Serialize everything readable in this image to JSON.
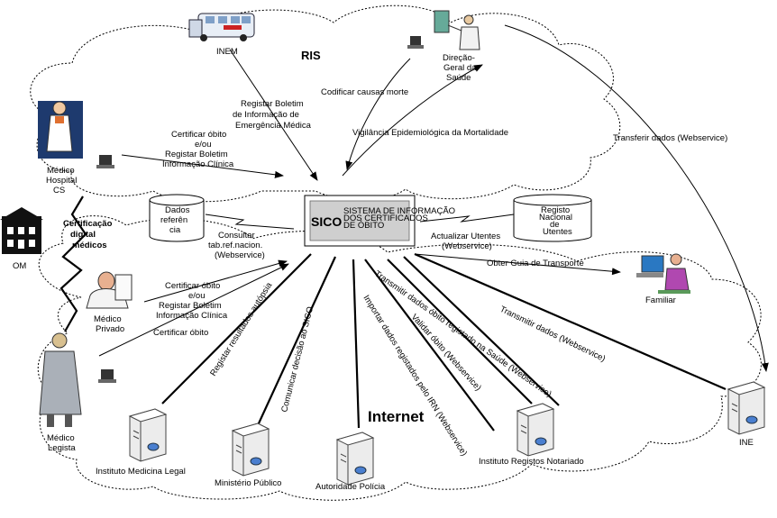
{
  "clouds": {
    "ris_label": "RIS",
    "internet_label": "Internet"
  },
  "center": {
    "logo": "SICO",
    "subtitle_lines": [
      "SISTEMA DE INFORMAÇÃO",
      "DOS CERTIFICADOS",
      "DE ÓBITO"
    ]
  },
  "actors": {
    "inem": "INEM",
    "dgs": [
      "Direção-",
      "Geral da",
      "Saúde"
    ],
    "medico_hospital": [
      "Médico",
      "Hospital",
      "CS"
    ],
    "om": "OM",
    "medico_privado": [
      "Médico",
      "Privado"
    ],
    "medico_legista": [
      "Médico",
      "Legista"
    ],
    "familiar": "Familiar",
    "ine": "INE",
    "iml": "Instituto Medicina Legal",
    "mp": "Ministério Público",
    "policia": "Autoridade Polícia",
    "irn": "Instituto Registos Notariado"
  },
  "databases": {
    "dados_referencia": [
      "Dados",
      "referên",
      "cia"
    ],
    "rnu": [
      "Registo",
      "Nacional",
      "de",
      "Utentes"
    ]
  },
  "flows": {
    "inem": [
      "Registar Boletim",
      "de Informação de",
      "Emergência Médica"
    ],
    "codificar": "Codificar causas morte",
    "vigilancia": "Vigilância Epidemiológica da Mortalidade",
    "transferir": "Transferir dados (Webservice)",
    "hospital": [
      "Certificar óbito",
      "e/ou",
      "Registar Boletim",
      "Informação Clínica"
    ],
    "consultar": [
      "Consultar",
      "tab.ref.nacion.",
      "(Webservice)"
    ],
    "actualizar": [
      "Actualizar Utentes",
      "(Webservice)"
    ],
    "guia": "Obter Guia de Transporte",
    "privado": [
      "Certificar óbito",
      "e/ou",
      "Registar Boletim",
      "Informação Clínica"
    ],
    "legista": "Certificar óbito",
    "autopsia": "Registar resultados autópsia",
    "decisao": "Comunicar decisão ao SICO",
    "importar": "Importar dados registados pelo IRN (Webservice)",
    "validar": "Validar óbito (Webservice)",
    "transmitir_saude": "Transmitir dados óbito registado na Saúde (Webservice)",
    "transmitir": "Transmitir dados (Webservice)"
  },
  "certificacao": [
    "Certificação",
    "digital",
    "médicos"
  ]
}
